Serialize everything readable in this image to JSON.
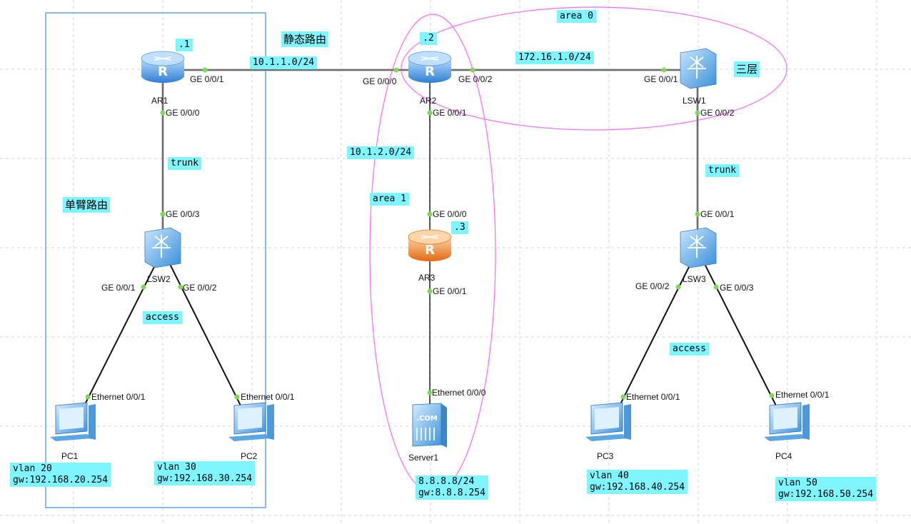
{
  "devices": {
    "ar1": "AR1",
    "ar2": "AR2",
    "ar3": "AR3",
    "lsw1": "LSW1",
    "lsw2": "LSW2",
    "lsw3": "LSW3",
    "pc1": "PC1",
    "pc2": "PC2",
    "pc3": "PC3",
    "pc4": "PC4",
    "server1": "Server1",
    "server_badge": ".COM"
  },
  "ports": {
    "ar1_ge001": "GE 0/0/1",
    "ar1_ge000": "GE 0/0/0",
    "ar2_ge000": "GE 0/0/0",
    "ar2_ge002": "GE 0/0/2",
    "ar2_ge001": "GE 0/0/1",
    "lsw1_ge001": "GE 0/0/1",
    "lsw1_ge002": "GE 0/0/2",
    "lsw2_ge003": "GE 0/0/3",
    "lsw2_ge001": "GE 0/0/1",
    "lsw2_ge002": "GE 0/0/2",
    "ar3_ge000": "GE 0/0/0",
    "ar3_ge001": "GE 0/0/1",
    "lsw3_ge001": "GE 0/0/1",
    "lsw3_ge002": "GE 0/0/2",
    "lsw3_ge003": "GE 0/0/3",
    "pc1_eth": "Ethernet 0/0/1",
    "pc2_eth": "Ethernet 0/0/1",
    "pc3_eth": "Ethernet 0/0/1",
    "pc4_eth": "Ethernet 0/0/1",
    "server_eth": "Ethernet 0/0/0"
  },
  "notes": {
    "static_route": "静态路由",
    "single_arm": "单臂路由",
    "layer3": "三层",
    "area0": "area 0",
    "area1": "area 1",
    "net_ar1_ar2": "10.1.1.0/24",
    "net_ar2_lsw1": "172.16.1.0/24",
    "net_ar2_ar3": "10.1.2.0/24",
    "ar1_suffix": ".1",
    "ar2_suffix": ".2",
    "ar3_suffix": ".3",
    "trunk_left": "trunk",
    "trunk_right": "trunk",
    "access_left": "access",
    "access_right": "access",
    "pc1_vlan": "vlan 20",
    "pc1_gw": "gw:192.168.20.254",
    "pc2_vlan": "vlan 30",
    "pc2_gw": "gw:192.168.30.254",
    "pc3_vlan": "vlan 40",
    "pc3_gw": "gw:192.168.40.254",
    "pc4_vlan": "vlan 50",
    "pc4_gw": "gw:192.168.50.254",
    "server_ip": "8.8.8.8/24",
    "server_gw": "gw:8.8.8.254"
  },
  "colors": {
    "note_bg": "#7ff5ff",
    "router_blue": "#4a9be0",
    "router_orange": "#f08a2e",
    "switch_blue": "#5aaee8",
    "area_ellipse": "#ff66ff",
    "box_border": "#3a8ee6",
    "port_dot": "#7ed957"
  }
}
